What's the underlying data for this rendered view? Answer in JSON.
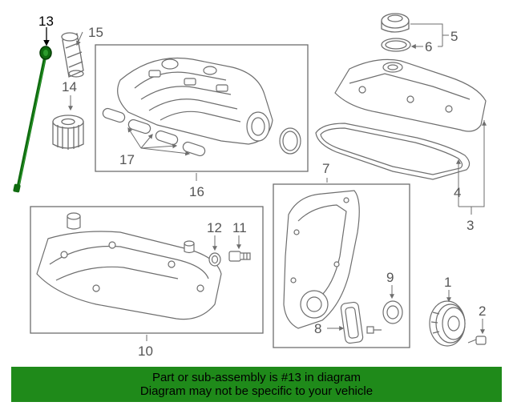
{
  "colors": {
    "line": "#6e6e6e",
    "highlight_part": "#0f6b0f",
    "banner_bg": "#1f8a1a",
    "banner_text": "#000000"
  },
  "callouts": {
    "c1": "1",
    "c2": "2",
    "c3": "3",
    "c4": "4",
    "c5": "5",
    "c6": "6",
    "c7": "7",
    "c8": "8",
    "c9": "9",
    "c10": "10",
    "c11": "11",
    "c12": "12",
    "c13": "13",
    "c14": "14",
    "c15": "15",
    "c16": "16",
    "c17": "17"
  },
  "banner": {
    "line1": "Part or sub-assembly is #13 in diagram",
    "line2": "Diagram may not be specific to your vehicle"
  }
}
